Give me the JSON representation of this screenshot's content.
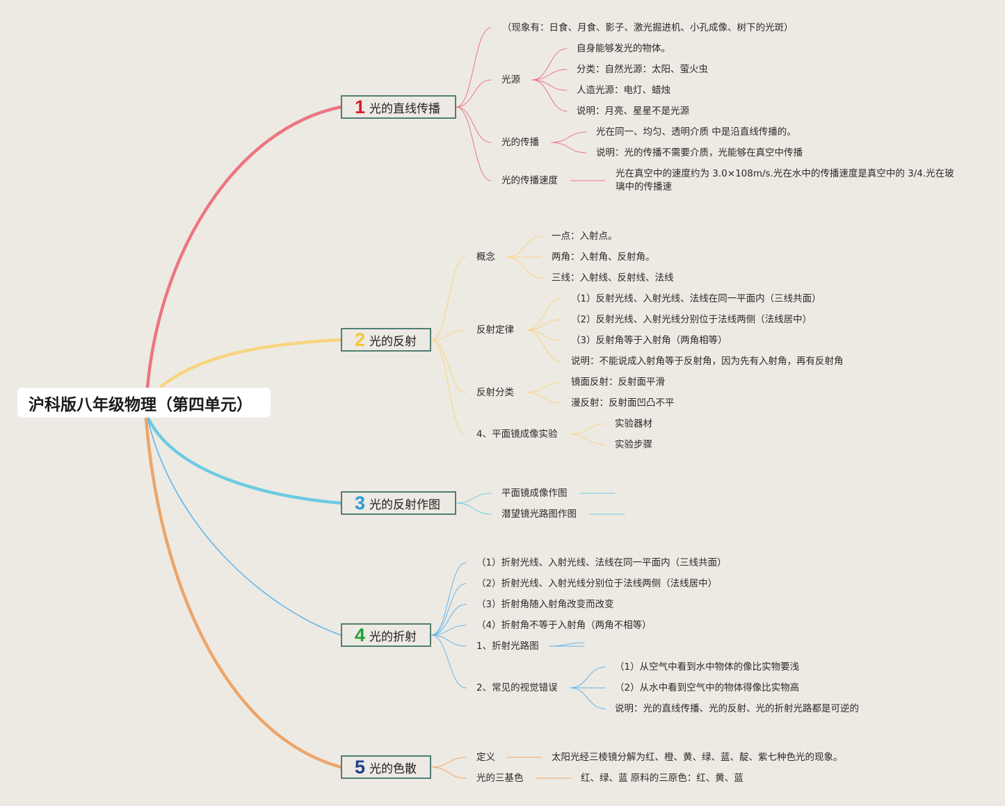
{
  "root": {
    "title": "沪科版八年级物理（第四单元）"
  },
  "colors": {
    "b1": "#ec7680",
    "b2": "#f8d47f",
    "b3": "#6ccbe3",
    "b4": "#64b5ea",
    "b5": "#eda56a",
    "n1": "#d81e2c",
    "n2": "#f5c63b",
    "n3": "#2b97d8",
    "n4": "#23a03a",
    "n5": "#1f3f8f"
  },
  "b1": {
    "num": "1",
    "label": "光的直线传播",
    "phenomena": "（现象有：日食、月食、影子、激光掘进机、小孔成像、树下的光斑）",
    "source": "光源",
    "source_items": [
      "自身能够发光的物体。",
      "分类：自然光源：太阳、萤火虫",
      "人造光源：电灯、蜡烛",
      "说明：月亮、星星不是光源"
    ],
    "prop": "光的传播",
    "prop_items": [
      "光在同一、均匀、透明介质 中是沿直线传播的。",
      "说明：光的传播不需要介质，光能够在真空中传播"
    ],
    "speed": "光的传播速度",
    "speed_text": "光在真空中的速度约为 3.0×108m/s.光在水中的传播速度是真空中的 3/4.光在玻璃中的传播速"
  },
  "b2": {
    "num": "2",
    "label": "光的反射",
    "concept": "概念",
    "concept_items": [
      "一点：入射点。",
      "两角：入射角、反射角。",
      "三线：入射线、反射线、法线"
    ],
    "law": "反射定律",
    "law_items": [
      "（1）反射光线、入射光线、法线在同一平面内（三线共面）",
      "（2）反射光线、入射光线分别位于法线两侧（法线居中）",
      "（3）反射角等于入射角（两角相等）",
      "说明：不能说成入射角等于反射角，因为先有入射角，再有反射角"
    ],
    "kind": "反射分类",
    "kind_items": [
      "镜面反射：反射面平滑",
      "漫反射：反射面凹凸不平"
    ],
    "exp": "4、平面镜成像实验",
    "exp_items": [
      "实验器材",
      "实验步骤"
    ]
  },
  "b3": {
    "num": "3",
    "label": "光的反射作图",
    "items": [
      "平面镜成像作图",
      "潜望镜光路图作图"
    ]
  },
  "b4": {
    "num": "4",
    "label": "光的折射",
    "items": [
      "（1）折射光线、入射光线、法线在同一平面内（三线共面）",
      "（2）折射光线、入射光线分别位于法线两侧（法线居中）",
      "（3）折射角随入射角改变而改变",
      "（4）折射角不等于入射角（两角不相等）"
    ],
    "path": "1、折射光路图",
    "err": "2、常见的视觉错误",
    "err_items": [
      "（1）从空气中看到水中物体的像比实物要浅",
      "（2）从水中看到空气中的物体得像比实物高",
      "说明：光的直线传播、光的反射、光的折射光路都是可逆的"
    ]
  },
  "b5": {
    "num": "5",
    "label": "光的色散",
    "def": "定义",
    "def_text": "太阳光经三棱镜分解为红、橙、黄、绿、蓝、靛、紫七种色光的现象。",
    "prim": "光的三基色",
    "prim_text": "红、绿、蓝 原料的三原色：红、黄、蓝"
  }
}
